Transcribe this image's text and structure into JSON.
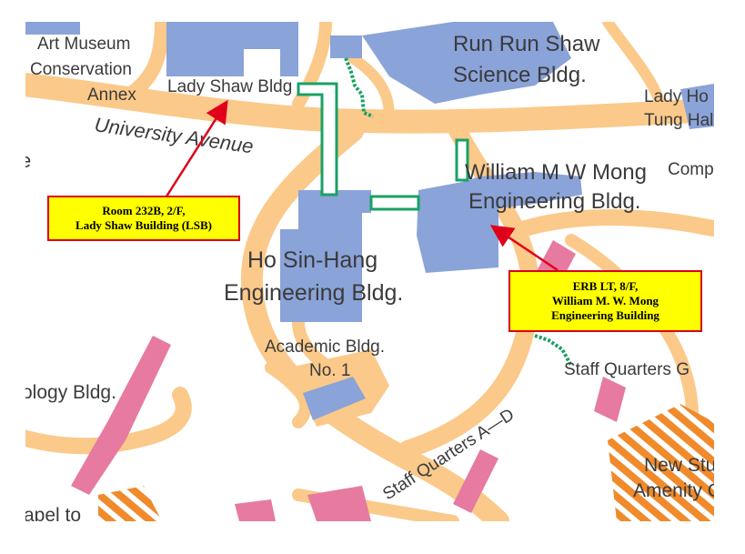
{
  "map": {
    "labels": {
      "art_museum_1": "Art Museum",
      "art_museum_2": "Conservation",
      "art_museum_3": "Annex",
      "lady_shaw": "Lady Shaw Bldg",
      "run_run_1": "Run Run Shaw",
      "run_run_2": "Science Bldg.",
      "lady_ho_1": "Lady Ho",
      "lady_ho_2": "Tung Hal",
      "university_avenue": "University Avenue",
      "left_cut": "e",
      "mong_1": "William M W Mong",
      "mong_2": "Engineering Bldg.",
      "complex": "Comple",
      "ho_sin_hang_1": "Ho Sin-Hang",
      "ho_sin_hang_2": "Engineering Bldg.",
      "academic_1": "Academic Bldg.",
      "academic_2": "No. 1",
      "ology": "ology Bldg.",
      "staff_qa_d": "Staff Quarters A—D",
      "staff_q_g": "Staff Quarters G",
      "new_stu_1": "New Stu",
      "new_stu_2": "Amenity C",
      "chapel": "apel to"
    },
    "colors": {
      "road": "#fbc98a",
      "building_blue": "#8aa3d8",
      "building_pink": "#e77aa0",
      "building_orange": "#f08a2a",
      "walkway_green": "#1aa164",
      "callout_bg": "#ffff00",
      "callout_border": "#d9001b",
      "arrow": "#e0001b"
    }
  },
  "callouts": {
    "lsb": {
      "line1": "Room 232B, 2/F,",
      "line2": "Lady Shaw Building (LSB)"
    },
    "erb": {
      "line1": "ERB LT, 8/F,",
      "line2": "William M. W. Mong",
      "line3": "Engineering Building"
    }
  }
}
